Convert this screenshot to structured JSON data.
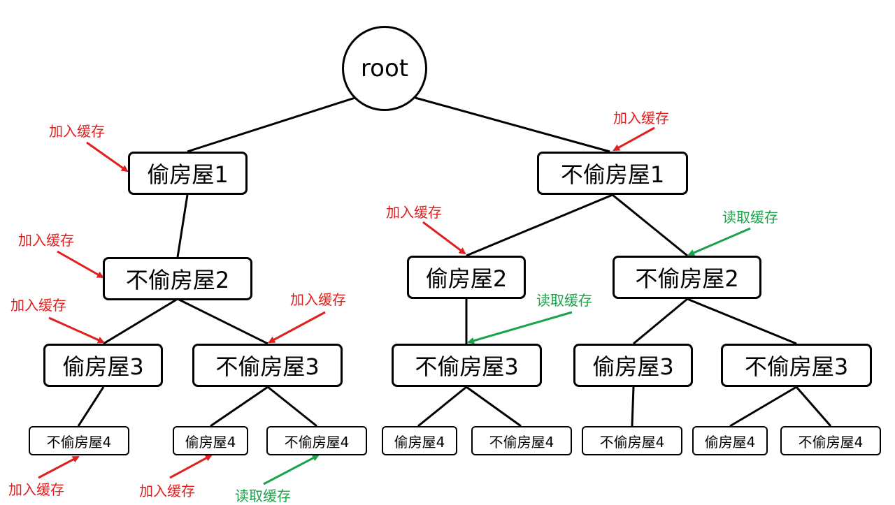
{
  "colors": {
    "add": "#e0201e",
    "read": "#1aa34a",
    "line": "#000000"
  },
  "tree": {
    "root": "root",
    "level1": {
      "left": "偷房屋1",
      "right": "不偷房屋1"
    },
    "level2": {
      "l_l": "不偷房屋2",
      "r_l": "偷房屋2",
      "r_r": "不偷房屋2"
    },
    "level3": {
      "a": "偷房屋3",
      "b": "不偷房屋3",
      "c": "不偷房屋3",
      "d": "偷房屋3",
      "e": "不偷房屋3"
    },
    "level4": {
      "a1": "不偷房屋4",
      "b1": "偷房屋4",
      "b2": "不偷房屋4",
      "c1": "偷房屋4",
      "c2": "不偷房屋4",
      "d1": "不偷房屋4",
      "e1": "偷房屋4",
      "e2": "不偷房屋4"
    }
  },
  "annotations": {
    "add1": "加入缓存",
    "add2": "加入缓存",
    "add3": "加入缓存",
    "add4": "加入缓存",
    "add5": "加入缓存",
    "add6": "加入缓存",
    "add7": "加入缓存",
    "add8": "加入缓存",
    "read1": "读取缓存",
    "read2": "读取缓存",
    "read3": "读取缓存"
  }
}
